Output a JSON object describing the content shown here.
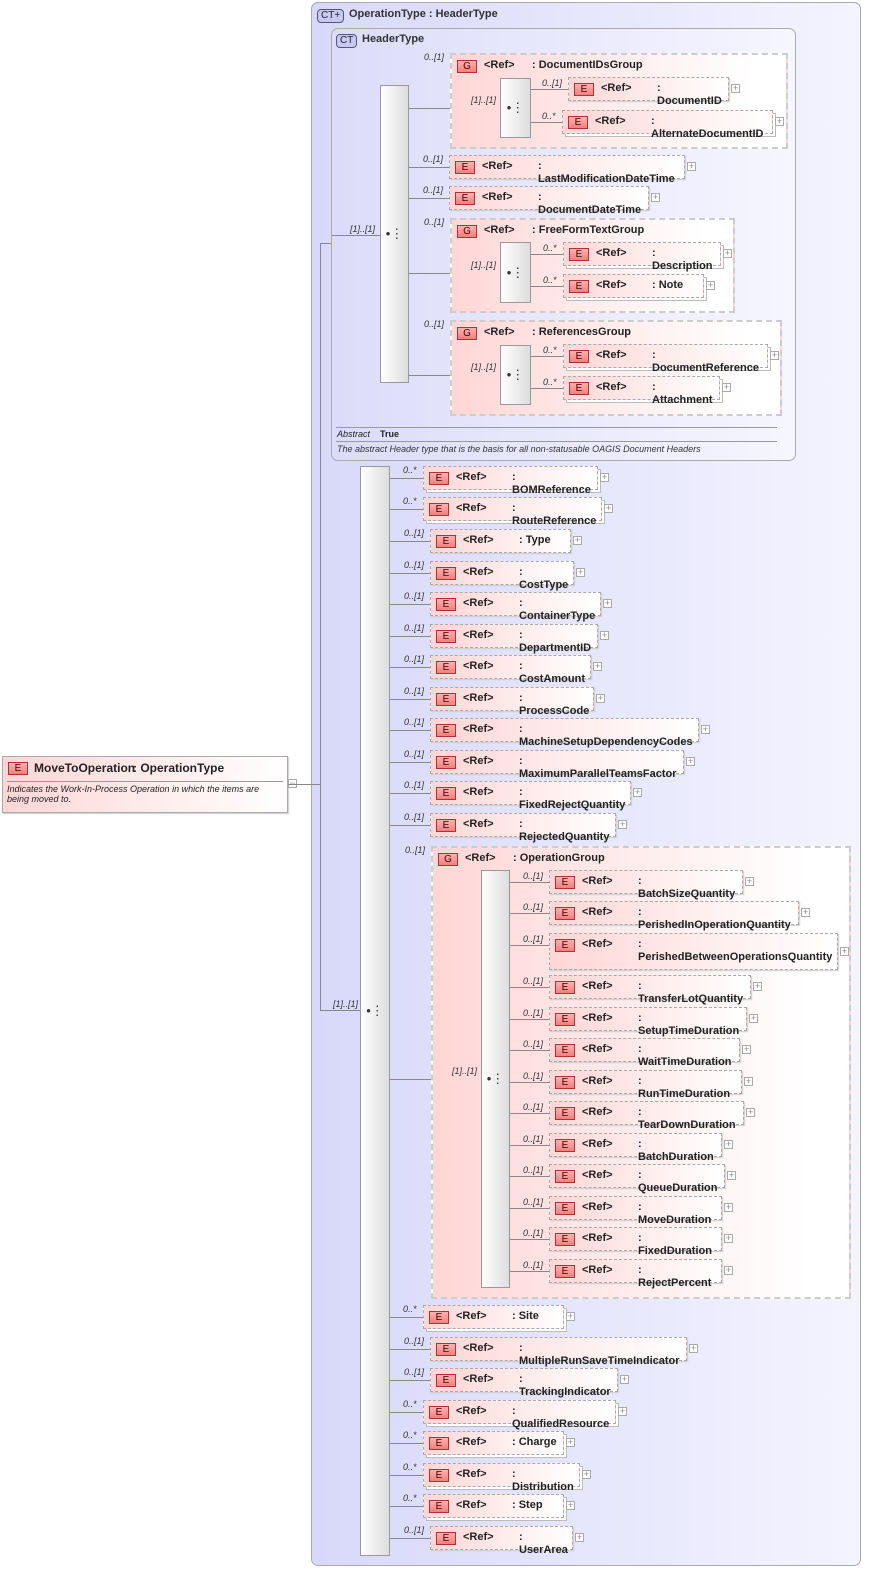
{
  "root": {
    "badge": "E",
    "name": "MoveToOperation",
    "type": ": OperationType",
    "description": "Indicates the Work-In-Process Operation in which the items are being moved to."
  },
  "complex_type": {
    "badge": "CT+",
    "title": "OperationType : HeaderType"
  },
  "header_type": {
    "badge": "CT",
    "title": "HeaderType",
    "abstract_label": "Abstract",
    "abstract_value": "True",
    "description": "The abstract Header type that is the basis for all non-statusable OAGIS Document Headers"
  },
  "ref_label": "<Ref>",
  "sequence_cardinality": "[1]..[1]",
  "header_items": [
    {
      "kind": "G",
      "name": ": DocumentIDsGroup",
      "card": "0..[1]",
      "seq_card": "[1]..[1]",
      "children": [
        {
          "kind": "E",
          "name": ": DocumentID",
          "card": "0..[1]"
        },
        {
          "kind": "E",
          "name": ": AlternateDocumentID",
          "card": "0..*"
        }
      ]
    },
    {
      "kind": "E",
      "name": ": LastModificationDateTime",
      "card": "0..[1]"
    },
    {
      "kind": "E",
      "name": ": DocumentDateTime",
      "card": "0..[1]"
    },
    {
      "kind": "G",
      "name": ": FreeFormTextGroup",
      "card": "0..[1]",
      "seq_card": "[1]..[1]",
      "children": [
        {
          "kind": "E",
          "name": ": Description",
          "card": "0..*"
        },
        {
          "kind": "E",
          "name": ": Note",
          "card": "0..*"
        }
      ]
    },
    {
      "kind": "G",
      "name": ": ReferencesGroup",
      "card": "0..[1]",
      "seq_card": "[1]..[1]",
      "children": [
        {
          "kind": "E",
          "name": ": DocumentReference",
          "card": "0..*"
        },
        {
          "kind": "E",
          "name": ": Attachment",
          "card": "0..*"
        }
      ]
    }
  ],
  "main_items": [
    {
      "kind": "E",
      "name": ": BOMReference",
      "card": "0..*"
    },
    {
      "kind": "E",
      "name": ": RouteReference",
      "card": "0..*"
    },
    {
      "kind": "E",
      "name": ": Type",
      "card": "0..[1]"
    },
    {
      "kind": "E",
      "name": ": CostType",
      "card": "0..[1]"
    },
    {
      "kind": "E",
      "name": ": ContainerType",
      "card": "0..[1]"
    },
    {
      "kind": "E",
      "name": ": DepartmentID",
      "card": "0..[1]"
    },
    {
      "kind": "E",
      "name": ": CostAmount",
      "card": "0..[1]"
    },
    {
      "kind": "E",
      "name": ": ProcessCode",
      "card": "0..[1]"
    },
    {
      "kind": "E",
      "name": ": MachineSetupDependencyCodes",
      "card": "0..[1]"
    },
    {
      "kind": "E",
      "name": ": MaximumParallelTeamsFactor",
      "card": "0..[1]"
    },
    {
      "kind": "E",
      "name": ": FixedRejectQuantity",
      "card": "0..[1]"
    },
    {
      "kind": "E",
      "name": ": RejectedQuantity",
      "card": "0..[1]"
    },
    {
      "kind": "G",
      "name": ": OperationGroup",
      "card": "0..[1]",
      "seq_card": "[1]..[1]",
      "children": [
        {
          "kind": "E",
          "name": ": BatchSizeQuantity",
          "card": "0..[1]"
        },
        {
          "kind": "E",
          "name": ": PerishedInOperationQuantity",
          "card": "0..[1]"
        },
        {
          "kind": "E",
          "name": ": PerishedBetweenOperationsQuantity",
          "card": "0..[1]"
        },
        {
          "kind": "E",
          "name": ": TransferLotQuantity",
          "card": "0..[1]"
        },
        {
          "kind": "E",
          "name": ": SetupTimeDuration",
          "card": "0..[1]"
        },
        {
          "kind": "E",
          "name": ": WaitTimeDuration",
          "card": "0..[1]"
        },
        {
          "kind": "E",
          "name": ": RunTimeDuration",
          "card": "0..[1]"
        },
        {
          "kind": "E",
          "name": ": TearDownDuration",
          "card": "0..[1]"
        },
        {
          "kind": "E",
          "name": ": BatchDuration",
          "card": "0..[1]"
        },
        {
          "kind": "E",
          "name": ": QueueDuration",
          "card": "0..[1]"
        },
        {
          "kind": "E",
          "name": ": MoveDuration",
          "card": "0..[1]"
        },
        {
          "kind": "E",
          "name": ": FixedDuration",
          "card": "0..[1]"
        },
        {
          "kind": "E",
          "name": ": RejectPercent",
          "card": "0..[1]"
        }
      ]
    },
    {
      "kind": "E",
      "name": ": Site",
      "card": "0..*"
    },
    {
      "kind": "E",
      "name": ": MultipleRunSaveTimeIndicator",
      "card": "0..[1]"
    },
    {
      "kind": "E",
      "name": ": TrackingIndicator",
      "card": "0..[1]"
    },
    {
      "kind": "E",
      "name": ": QualifiedResource",
      "card": "0..*"
    },
    {
      "kind": "E",
      "name": ": Charge",
      "card": "0..*"
    },
    {
      "kind": "E",
      "name": ": Distribution",
      "card": "0..*"
    },
    {
      "kind": "E",
      "name": ": Step",
      "card": "0..*"
    },
    {
      "kind": "E",
      "name": ": UserArea",
      "card": "0..[1]"
    }
  ]
}
